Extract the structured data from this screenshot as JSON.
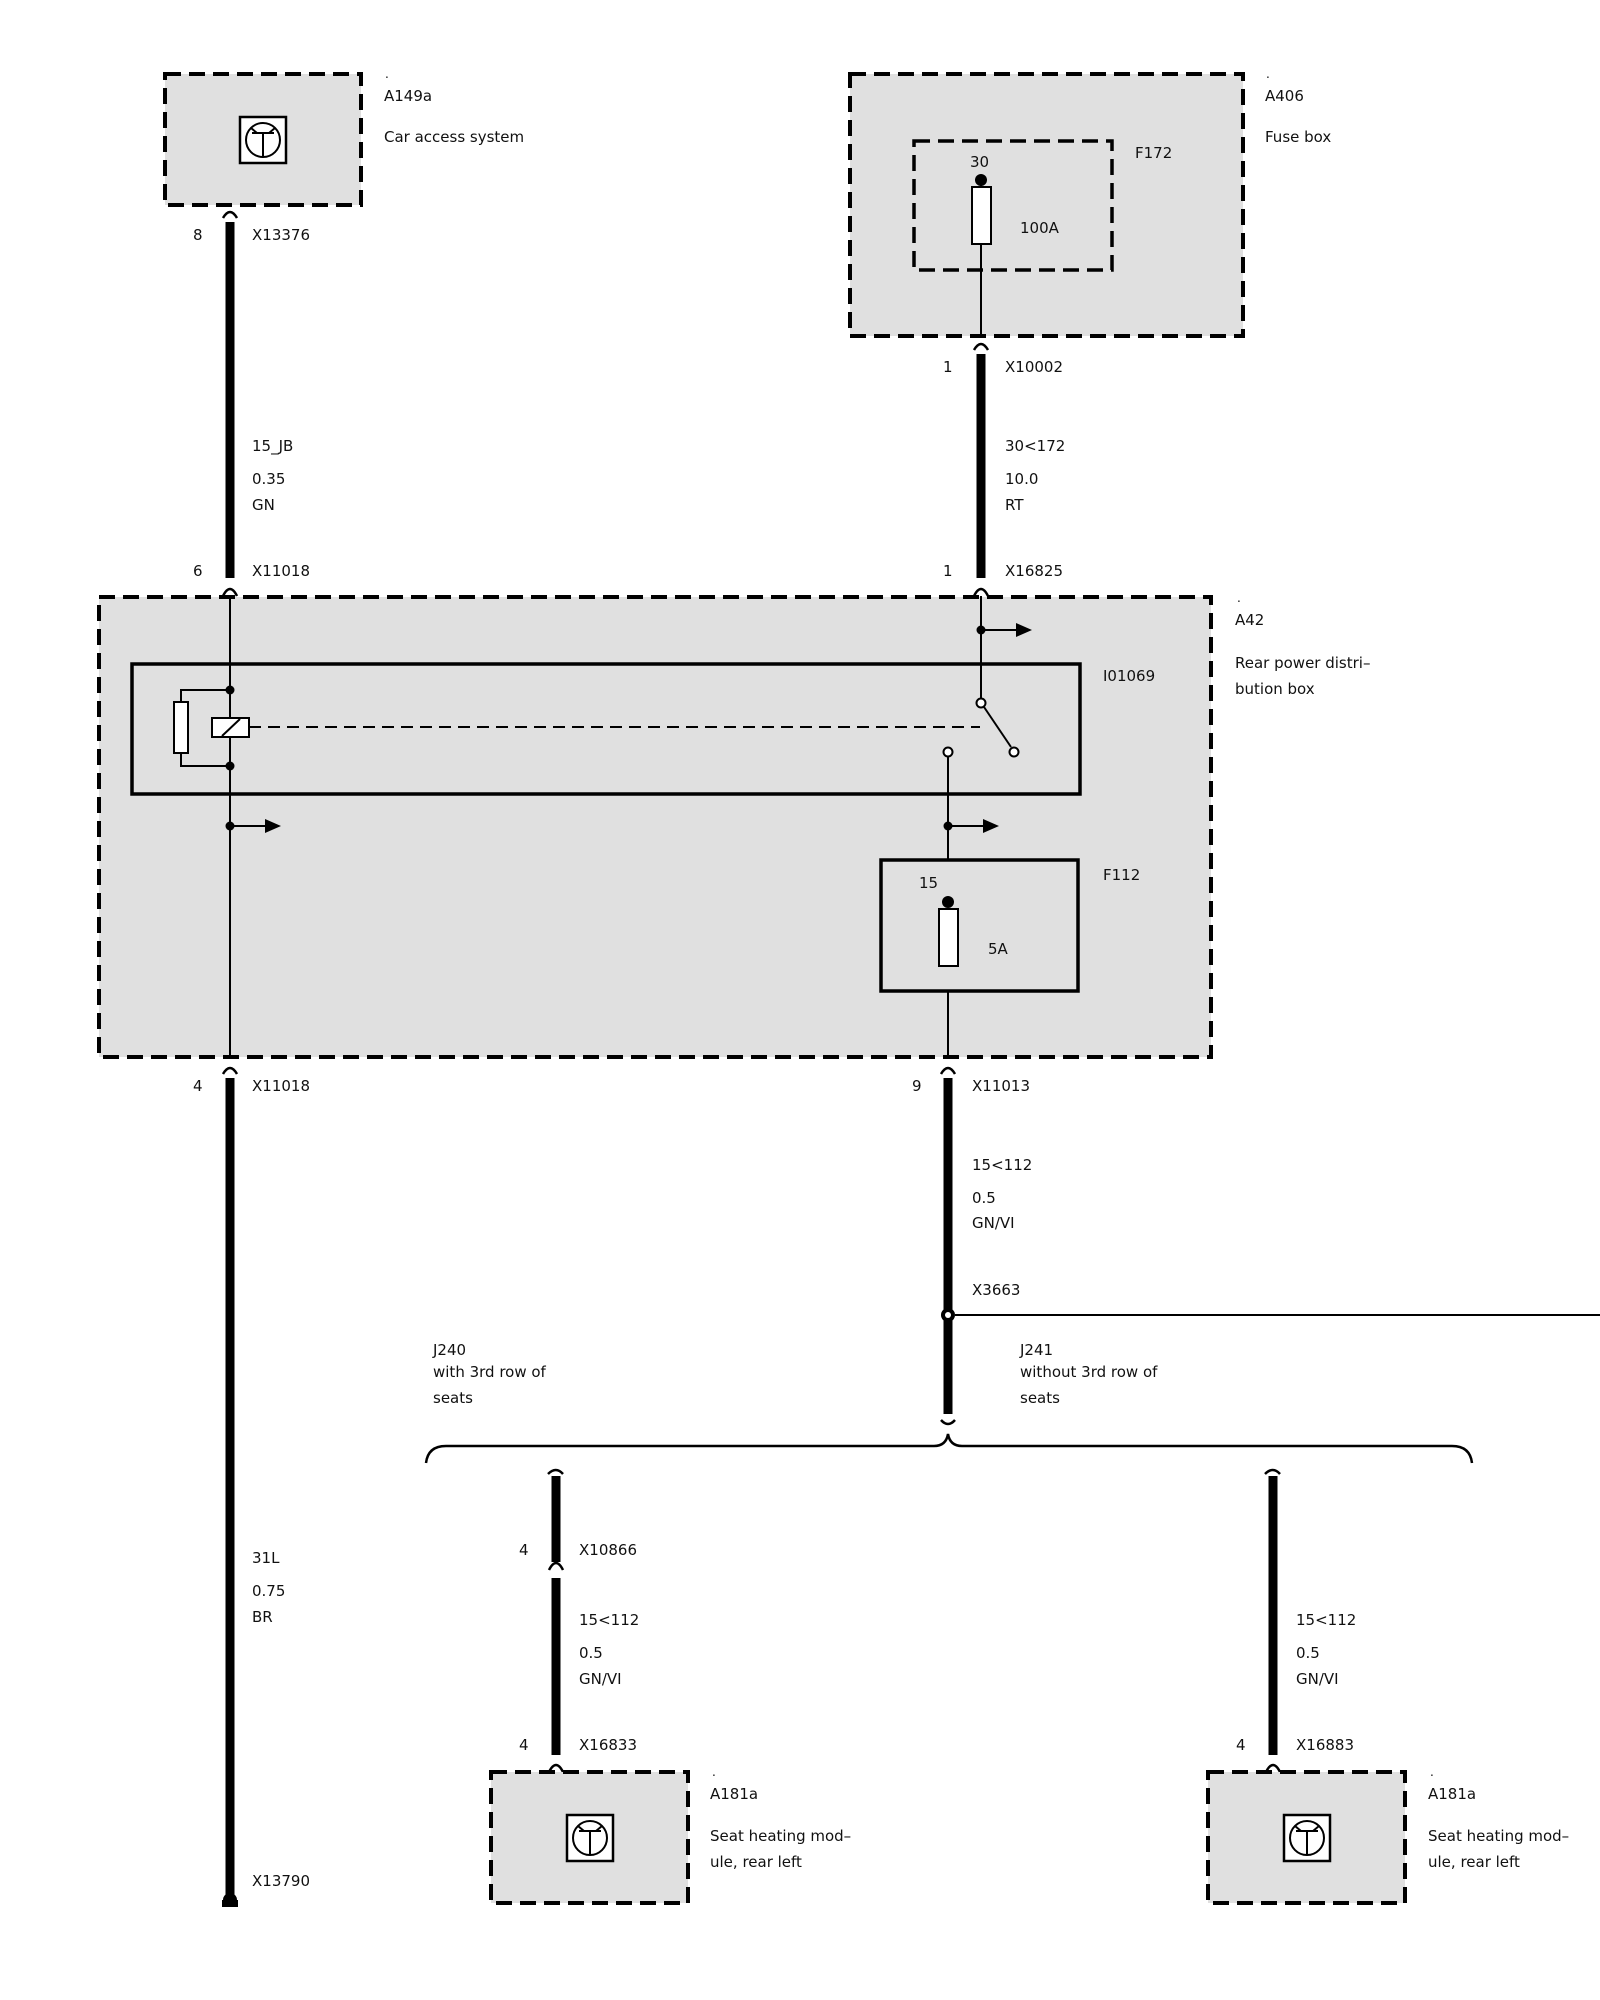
{
  "components": {
    "a149a": {
      "dot": ".",
      "id": "A149a",
      "desc": "Car access system"
    },
    "a406": {
      "dot": ".",
      "id": "A406",
      "desc": "Fuse box"
    },
    "f172": {
      "id": "F172",
      "pin": "30",
      "rating": "100A"
    },
    "a42": {
      "dot": ".",
      "id": "A42",
      "desc_line1": "Rear power distri–",
      "desc_line2": "bution box"
    },
    "i01069": {
      "id": "I01069"
    },
    "f112": {
      "id": "F112",
      "pin": "15",
      "rating": "5A"
    },
    "a181a_left": {
      "dot": ".",
      "id": "A181a",
      "desc_line1": "Seat heating mod–",
      "desc_line2": "ule, rear left"
    },
    "a181a_right": {
      "dot": ".",
      "id": "A181a",
      "desc_line1": "Seat heating mod–",
      "desc_line2": "ule, rear left"
    }
  },
  "connectors": {
    "x13376": {
      "pin": "8",
      "id": "X13376"
    },
    "x10002": {
      "pin": "1",
      "id": "X10002"
    },
    "x11018_top": {
      "pin": "6",
      "id": "X11018"
    },
    "x16825": {
      "pin": "1",
      "id": "X16825"
    },
    "x11018_bottom": {
      "pin": "4",
      "id": "X11018"
    },
    "x11013": {
      "pin": "9",
      "id": "X11013"
    },
    "x3663": {
      "id": "X3663"
    },
    "x10866": {
      "pin": "4",
      "id": "X10866"
    },
    "x16833": {
      "pin": "4",
      "id": "X16833"
    },
    "x16883": {
      "pin": "4",
      "id": "X16883"
    },
    "x13790": {
      "id": "X13790"
    }
  },
  "wires": {
    "w15jb": {
      "signal": "15_JB",
      "gauge": "0.35",
      "color": "GN"
    },
    "w30_172": {
      "signal": "30<172",
      "gauge": "10.0",
      "color": "RT"
    },
    "w15_112_main": {
      "signal": "15<112",
      "gauge": "0.5",
      "color": "GN/VI"
    },
    "w31l": {
      "signal": "31L",
      "gauge": "0.75",
      "color": "BR"
    },
    "w15_112_left": {
      "signal": "15<112",
      "gauge": "0.5",
      "color": "GN/VI"
    },
    "w15_112_right": {
      "signal": "15<112",
      "gauge": "0.5",
      "color": "GN/VI"
    }
  },
  "variants": {
    "j240": {
      "id": "J240",
      "line1": "with 3rd row of",
      "line2": "seats"
    },
    "j241": {
      "id": "J241",
      "line1": "without 3rd row of",
      "line2": "seats"
    }
  },
  "colors": {
    "box_fill": "#e0e0e0",
    "line": "#000000"
  },
  "icons": [
    "transistor-module-icon",
    "fuse-icon",
    "relay-coil-icon",
    "relay-switch-icon",
    "ground-icon",
    "arrow-right-icon"
  ]
}
